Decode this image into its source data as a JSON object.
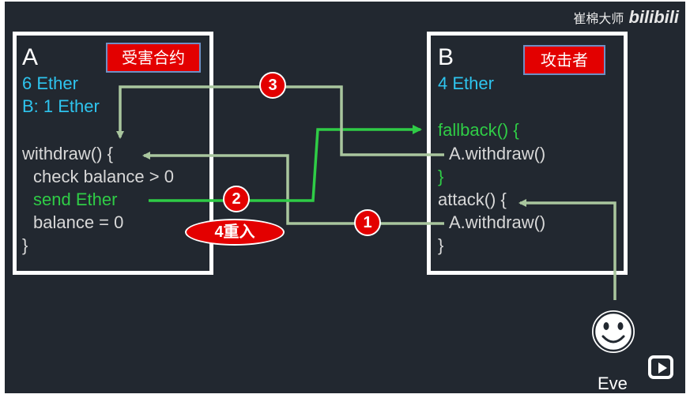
{
  "watermark": {
    "author": "崔棉大师",
    "logo_text": "bilibili"
  },
  "contract_a": {
    "name": "A",
    "tag": "受害合约",
    "balance": "6 Ether",
    "mapping": "B: 1 Ether",
    "code": {
      "fn_open": "withdraw() {",
      "line1": "check balance > 0",
      "line2": "send  Ether",
      "line3": "balance = 0",
      "fn_close": "}"
    }
  },
  "contract_b": {
    "name": "B",
    "tag": "攻击者",
    "balance": "4 Ether",
    "code": {
      "fallback_open": "fallback() {",
      "fallback_call": "A.withdraw()",
      "fallback_close": "}",
      "attack_open": "attack() {",
      "attack_call": "A.withdraw()",
      "attack_close": "}"
    }
  },
  "steps": {
    "step1": "1",
    "step2": "2",
    "step3": "3",
    "step4": "4重入"
  },
  "actor": {
    "name": "Eve",
    "icon": "smiley-face-icon"
  },
  "colors": {
    "background": "#222830",
    "arrow_gray": "#a9c69e",
    "arrow_green": "#2fcc46",
    "badge_red": "#e30000",
    "cyan_text": "#2ec4ee"
  }
}
